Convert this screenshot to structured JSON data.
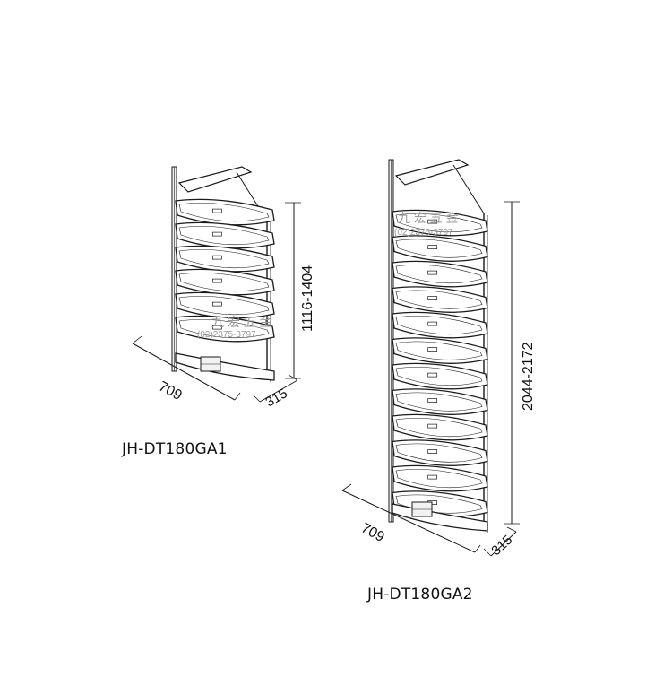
{
  "products": [
    {
      "model": "JH-DT180GA1",
      "width_dim": "709",
      "depth_dim": "315",
      "height_dim": "1116-1404",
      "shelf_count": 6,
      "watermark": {
        "name": "九 宏 五 金",
        "phone": "(02)2375-3797"
      }
    },
    {
      "model": "JH-DT180GA2",
      "width_dim": "709",
      "depth_dim": "315",
      "height_dim": "2044-2172",
      "shelf_count": 12,
      "watermark": {
        "name": "九 宏 五 金",
        "phone": "(02)2375-3797"
      }
    }
  ],
  "colors": {
    "line": "#1a1a1a",
    "shelf_fill": "#ffffff",
    "frame_fill": "#f2f2f2",
    "watermark": "#9a9a9a"
  }
}
